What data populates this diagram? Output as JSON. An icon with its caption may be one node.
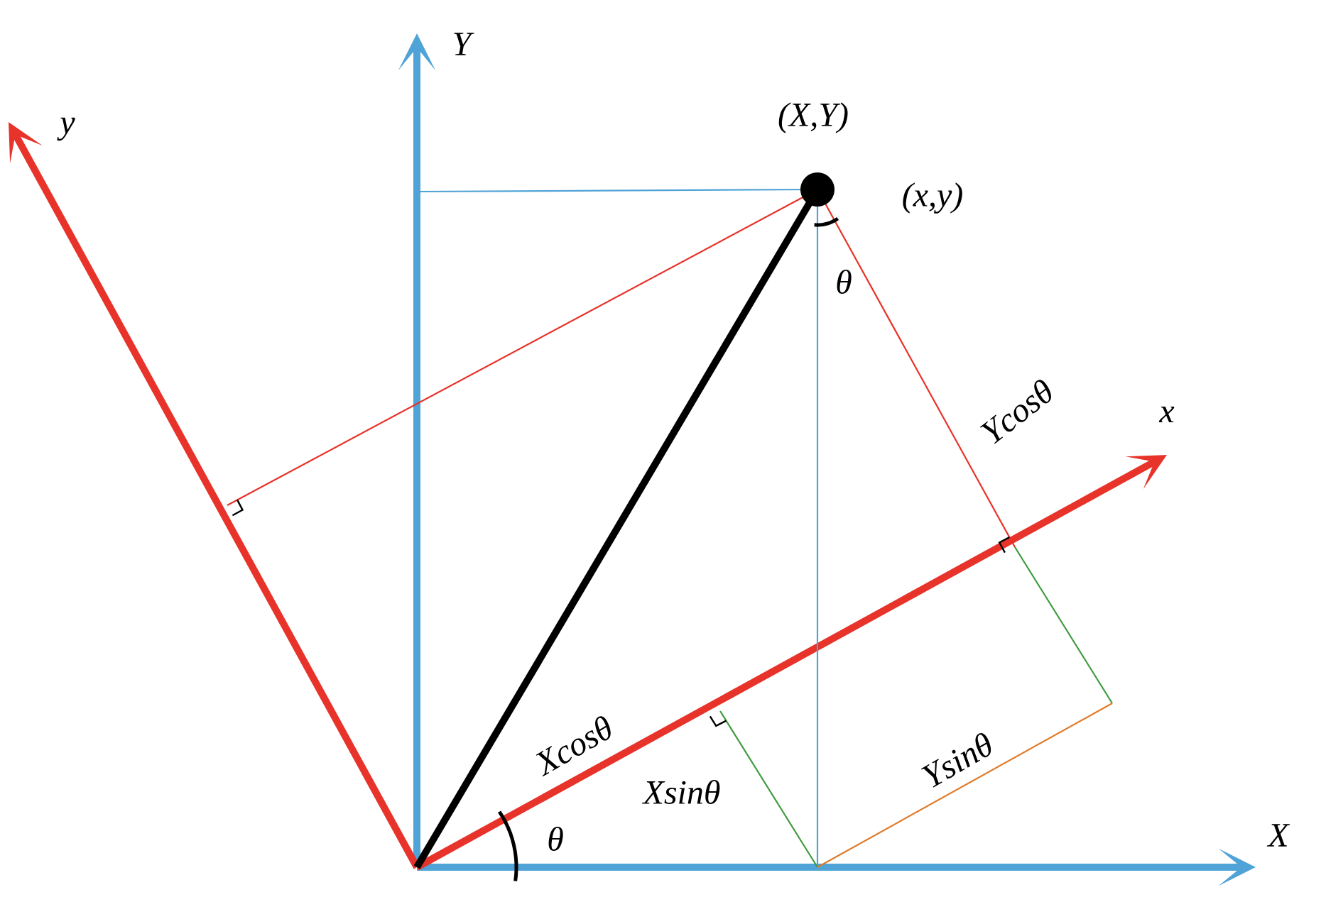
{
  "diagram": {
    "labels": [
      "Y",
      "y",
      "(X,Y)",
      "(x,y)",
      "θ",
      "Ycosθ",
      "x",
      "Xcosθ",
      "Xsinθ",
      "Ysinθ",
      "θ",
      "X"
    ]
  }
}
